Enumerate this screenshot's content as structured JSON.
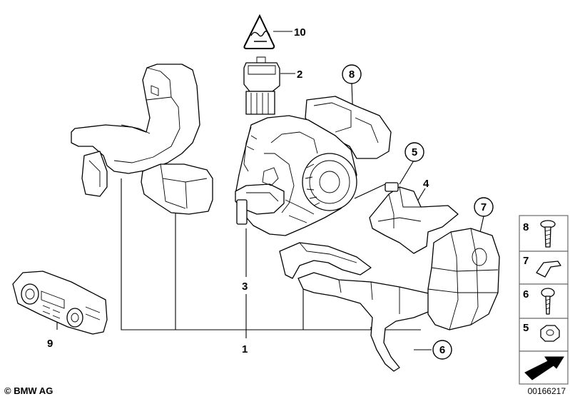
{
  "callouts": {
    "c1": "1",
    "c2": "2",
    "c3": "3",
    "c4": "4",
    "c5": "5",
    "c6": "6",
    "c7": "7",
    "c8": "8",
    "c9": "9",
    "c10": "10"
  },
  "side_panel": {
    "p8": "8",
    "p7": "7",
    "p6": "6",
    "p5": "5"
  },
  "footer": {
    "copyright": "© BMW AG",
    "doc_number": "00166217"
  },
  "colors": {
    "line": "#000000",
    "panel_border": "#6a6a6a",
    "background": "#ffffff"
  },
  "icons": [
    "warning-triangle-icon",
    "arrow-icon"
  ]
}
